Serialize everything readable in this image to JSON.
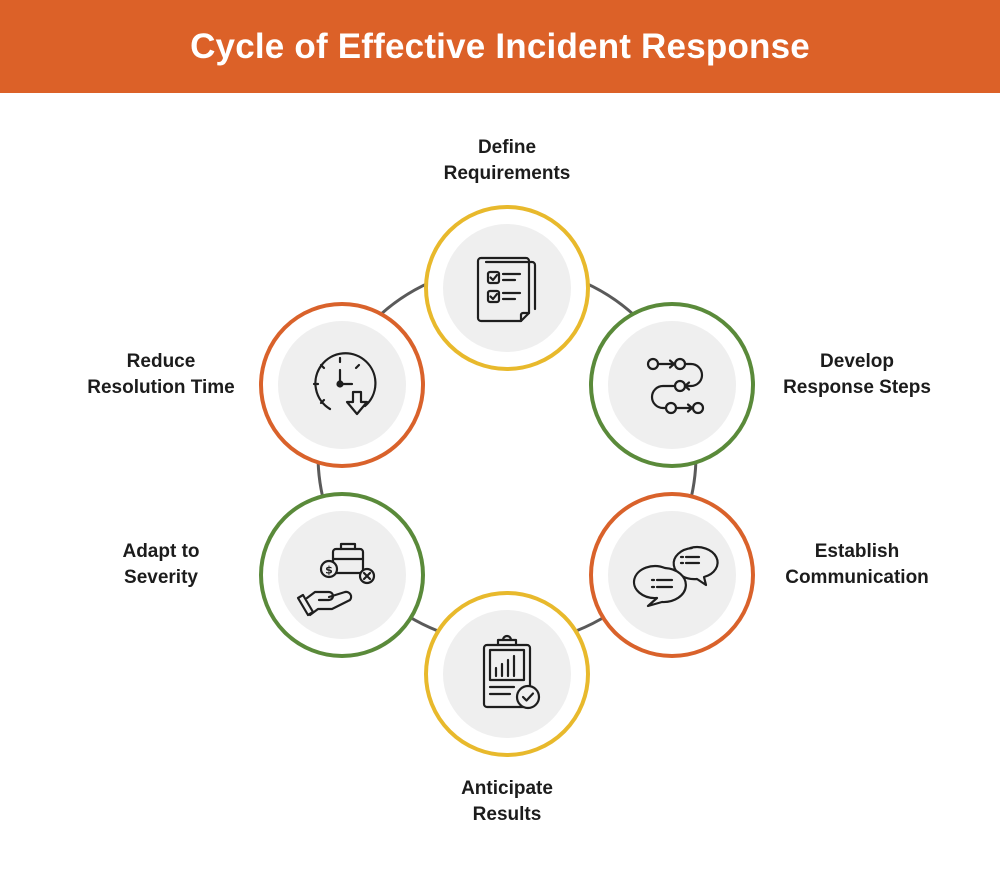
{
  "title": "Cycle of Effective Incident Response",
  "colors": {
    "header": "#dc6128",
    "yellow": "#e8b92c",
    "green": "#5a8a3a",
    "orange": "#d9622b",
    "disc": "#efefef",
    "ring": "#5a5a5a",
    "icon": "#1e1e1e"
  },
  "steps": [
    {
      "line1": "Define",
      "line2": "Requirements",
      "color": "yellow",
      "icon": "checklist-icon"
    },
    {
      "line1": "Develop",
      "line2": "Response Steps",
      "color": "green",
      "icon": "workflow-steps-icon"
    },
    {
      "line1": "Establish",
      "line2": "Communication",
      "color": "orange",
      "icon": "chat-bubbles-icon"
    },
    {
      "line1": "Anticipate",
      "line2": "Results",
      "color": "yellow",
      "icon": "clipboard-report-icon"
    },
    {
      "line1": "Adapt to",
      "line2": "Severity",
      "color": "green",
      "icon": "hand-money-briefcase-icon"
    },
    {
      "line1": "Reduce",
      "line2": "Resolution Time",
      "color": "orange",
      "icon": "clock-down-arrow-icon"
    }
  ]
}
